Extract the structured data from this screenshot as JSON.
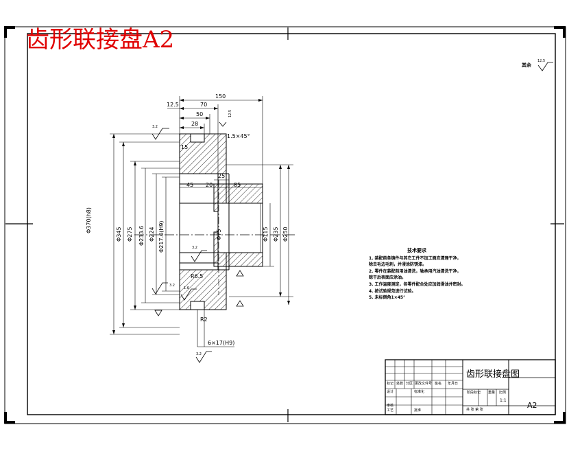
{
  "page_title": "齿形联接盘A2",
  "drawing": {
    "top_right_note": "其余",
    "top_right_roughness": "12.5",
    "dims": {
      "d150": "150",
      "d70": "70",
      "d125": "12.5",
      "d50": "50",
      "d28": "28",
      "chamfer": "1.5×45°",
      "d15": "15",
      "d25": "25",
      "d45": "45",
      "d20": "20",
      "d85": "85",
      "dia370": "Φ370(h8)",
      "dia345": "Φ345",
      "dia275": "Φ275",
      "dia2336": "Φ233.6",
      "dia224": "Φ224",
      "dia2176": "Φ217.6(H9)",
      "dia75": "Φ75",
      "dia115": "Φ115",
      "dia235": "Φ235",
      "dia250": "Φ250",
      "r65": "R6.5",
      "r2": "R2",
      "slot": "6×17(H9)"
    },
    "roughness": {
      "r32": "3.2",
      "r16": "1.6",
      "r12": "12.5"
    }
  },
  "tech_requirements": {
    "title": "技术要求",
    "items": [
      "1. 装配前各铸件与其它工件不加工面应清理干净，",
      "   除去毛边毛刺，并浸涂防锈漆。",
      "2. 零件在装配前用油清洗，轴承用汽油清洗干净，",
      "   晾干后表面应涂油。",
      "3. 工作温度测定，各零件配合处应加润滑油并密封。",
      "4. 按试验规范进行试验。",
      "5. 未标倒角1×45°"
    ]
  },
  "title_block": {
    "drawing_name": "齿形联接盘图",
    "sheet_size": "A2",
    "scale": "1:1",
    "headers": [
      "标记",
      "处数",
      "分区",
      "更改文件号",
      "签名",
      "年月日"
    ],
    "design": "设计",
    "standardize": "标准化",
    "review": "审核",
    "process": "工艺",
    "approve": "批准",
    "stage_mark": "阶段标记",
    "weight": "重量",
    "ratio": "比例",
    "sheets": "共  张  第  张"
  }
}
